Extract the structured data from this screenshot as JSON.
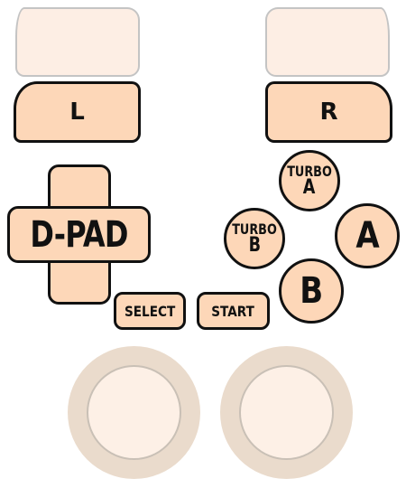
{
  "shoulders": {
    "l_label": "L",
    "r_label": "R"
  },
  "dpad": {
    "label": "D-PAD"
  },
  "face_buttons": {
    "turbo_a": {
      "top": "TURBO",
      "bottom": "A"
    },
    "turbo_b": {
      "top": "TURBO",
      "bottom": "B"
    },
    "a_label": "A",
    "b_label": "B"
  },
  "center_buttons": {
    "select_label": "SELECT",
    "start_label": "START"
  },
  "colors": {
    "button_fill": "#fdd7b8",
    "trigger_fill": "#fdeee4",
    "outline": "#111111",
    "stick_base": "#eadbcc",
    "stick_top": "#fdf0e6"
  },
  "icons": {
    "left_stick": "analog-stick-icon",
    "right_stick": "analog-stick-icon"
  }
}
